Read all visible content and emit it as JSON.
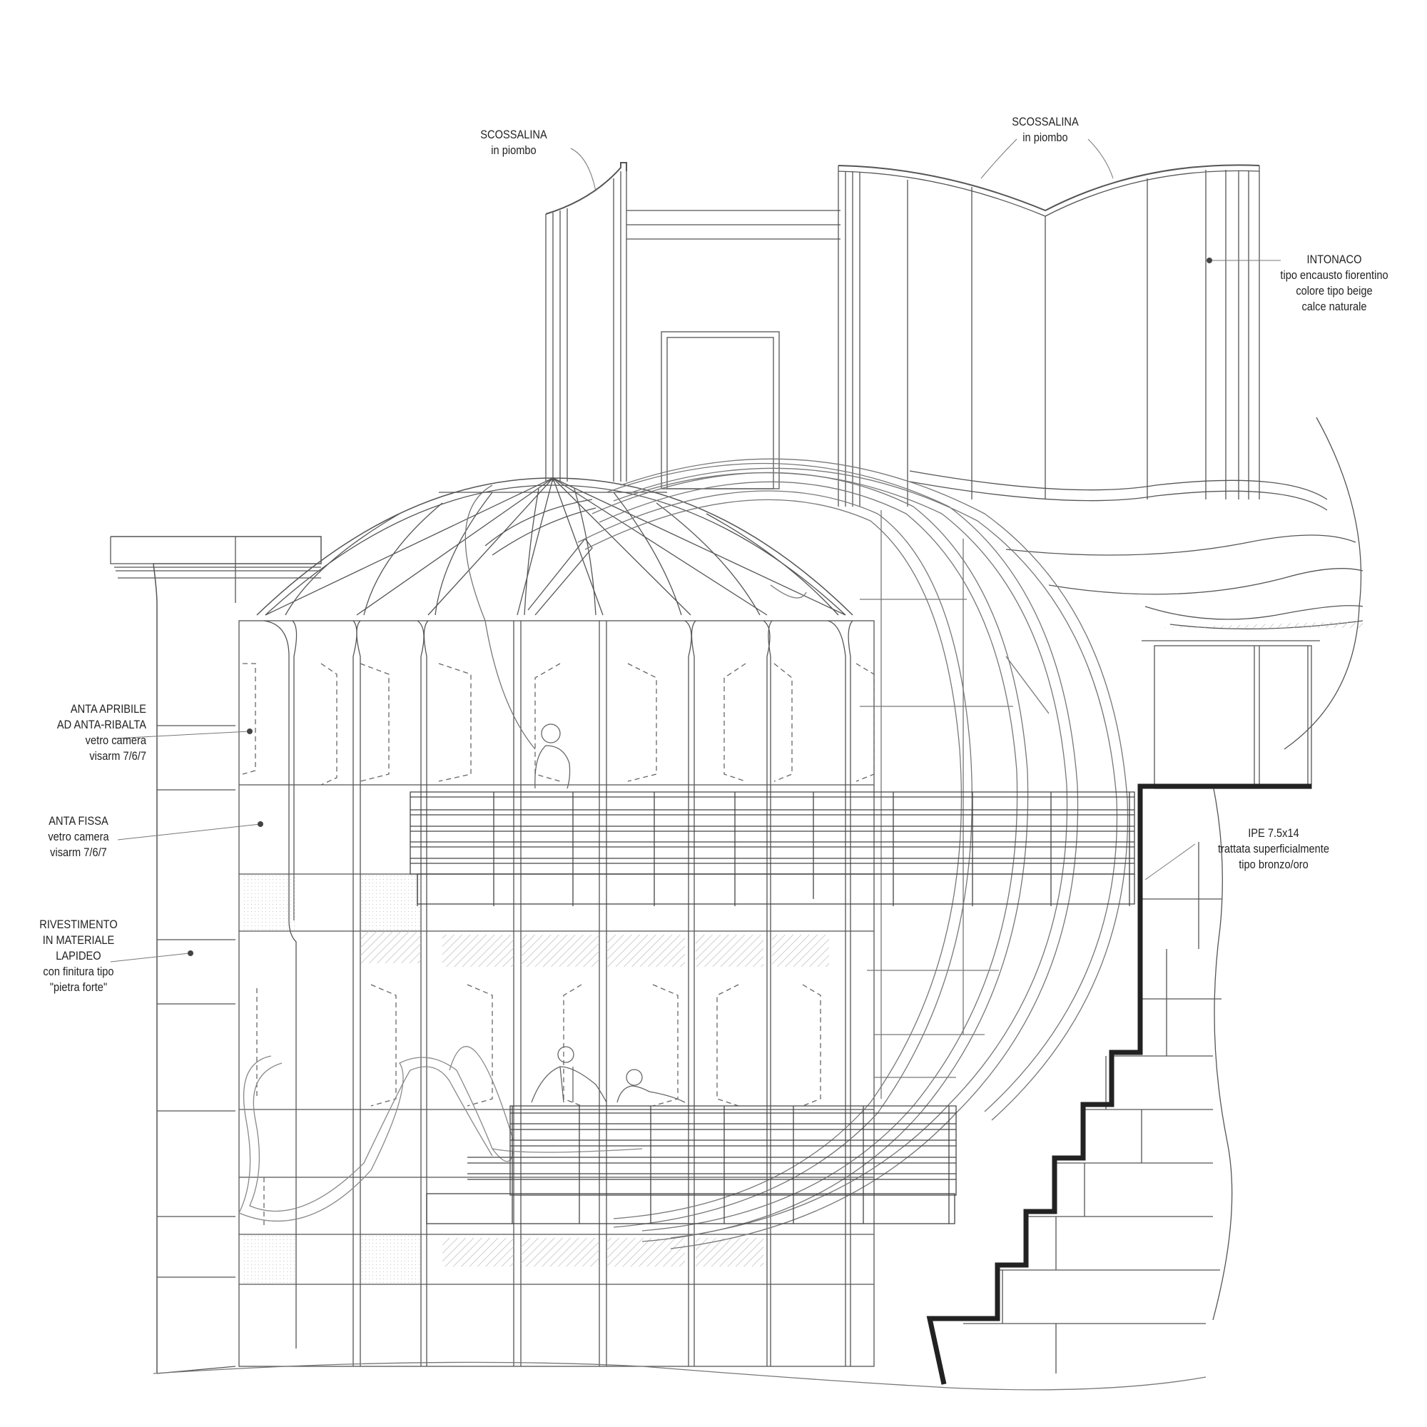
{
  "labels": {
    "scossalina_left": {
      "line1": "SCOSSALINA",
      "line2": "in piombo"
    },
    "scossalina_right": {
      "line1": "SCOSSALINA",
      "line2": "in piombo"
    },
    "intonaco": {
      "line1": "INTONACO",
      "line2": "tipo encausto fiorentino",
      "line3": "colore tipo beige",
      "line4": "calce naturale"
    },
    "anta_apribile": {
      "line1": "ANTA APRIBILE",
      "line2": "AD ANTA-RIBALTA",
      "line3": "vetro camera",
      "line4": "visarm 7/6/7"
    },
    "anta_fissa": {
      "line1": "ANTA FISSA",
      "line2": "vetro camera",
      "line3": "visarm 7/6/7"
    },
    "rivestimento": {
      "line1": "RIVESTIMENTO",
      "line2": "IN MATERIALE",
      "line3": "LAPIDEO",
      "line4": "con finitura tipo",
      "line5": "\"pietra forte\""
    },
    "ipe": {
      "line1": "IPE 7.5x14",
      "line2": "trattata superficialmente",
      "line3": "tipo bronzo/oro"
    }
  },
  "colors": {
    "line": "#444444",
    "light_line": "#9a9a9a",
    "hatch": "#c8c8c8",
    "steel": "#333333"
  }
}
